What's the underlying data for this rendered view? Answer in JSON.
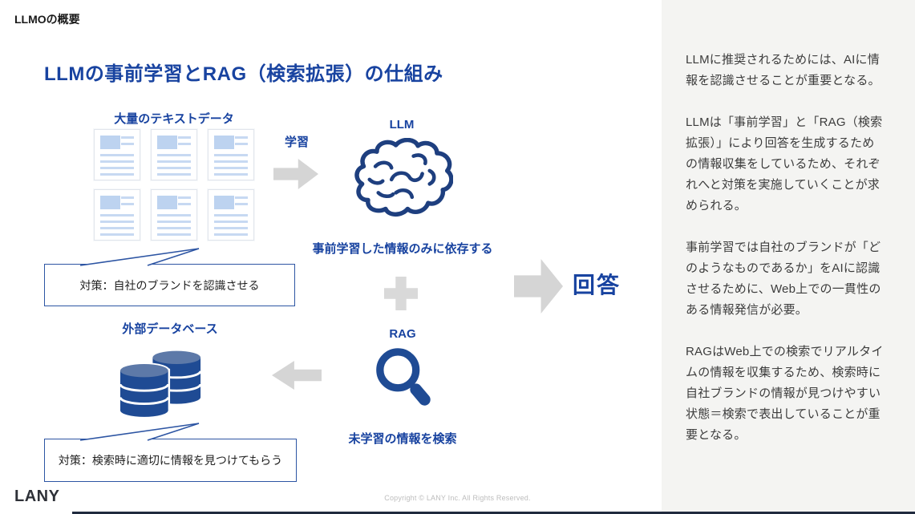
{
  "page": {
    "header": "LLMOの概要",
    "title": "LLMの事前学習とRAG（検索拡張）の仕組み"
  },
  "diagram": {
    "text_data_label": "大量のテキストデータ",
    "document_count": 6,
    "learn_arrow_label": "学習",
    "llm_label": "LLM",
    "llm_caption": "事前学習した情報のみに依存する",
    "bubble_pretrain": "対策：自社のブランドを認識させる",
    "external_db_label": "外部データベース",
    "rag_label": "RAG",
    "rag_caption": "未学習の情報を検索",
    "bubble_rag": "対策：検索時に適切に情報を見つけてもらう",
    "answer_label": "回答",
    "icons": {
      "documents": "document-icon",
      "brain": "brain-icon",
      "database": "database-icon",
      "magnifier": "search-icon",
      "plus": "plus-icon",
      "learn_arrow": "arrow-right-icon",
      "rag_arrow": "arrow-left-icon",
      "answer_arrow": "arrow-right-icon"
    }
  },
  "sidebar": {
    "paragraphs": [
      "LLMに推奨されるためには、AIに情報を認識させることが重要となる。",
      "LLMは「事前学習」と「RAG（検索拡張）」により回答を生成するための情報収集をしているため、それぞれへと対策を実施していくことが求められる。",
      "事前学習では自社のブランドが「どのようなものであるか」をAIに認識させるために、Web上での一貫性のある情報発信が必要。",
      "RAGはWeb上での検索でリアルタイムの情報を収集するため、検索時に自社ブランドの情報が見つけやすい状態＝検索で表出していることが重要となる。"
    ]
  },
  "footer": {
    "logo": "LANY",
    "copyright": "Copyright © LANY Inc. All Rights Reserved."
  },
  "colors": {
    "accent_blue": "#1843a0",
    "icon_navy": "#1f4b94",
    "brain_navy": "#1e3f7f",
    "db_top_blue": "#5d79a8",
    "doc_blue": "#c7d9f2",
    "arrow_gray": "#d5d5d5",
    "bubble_border": "#2d55a3",
    "sidebar_bg": "#f4f4f2"
  }
}
